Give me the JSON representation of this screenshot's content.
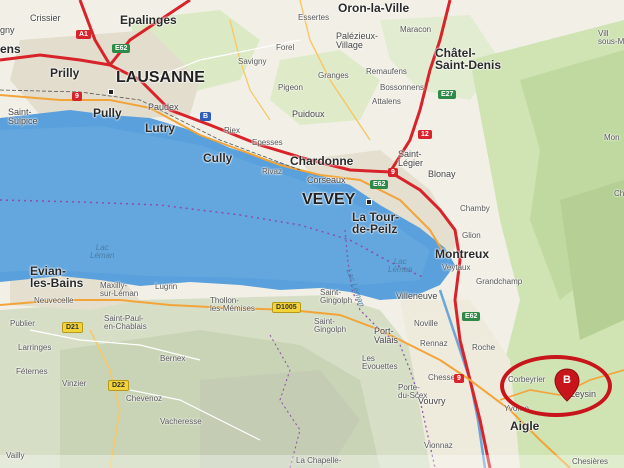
{
  "map": {
    "labels": {
      "lausanne": "LAUSANNE",
      "epalinges": "Epalinges",
      "crissier": "Crissier",
      "prilly": "Prilly",
      "pully": "Pully",
      "paudex": "Paudex",
      "lutry": "Lutry",
      "saint_sulpice": "Saint-\nSulpice",
      "cully": "Cully",
      "riex": "Riex",
      "epesses": "Epesses",
      "rivaz": "Rivaz",
      "chardonne": "Chardonne",
      "corseaux": "Corseaux",
      "vevey": "VEVEY",
      "la_tour": "La Tour-\nde-Peilz",
      "saint_legier": "Saint-\nLégier",
      "blonay": "Blonay",
      "chamby": "Chamby",
      "glion": "Glion",
      "montreux": "Montreux",
      "veytaux": "Veytaux",
      "grandchamp": "Grandchamp",
      "villeneuve": "Villeneuve",
      "noville": "Noville",
      "rennaz": "Rennaz",
      "roche": "Roche",
      "chessel": "Chessel",
      "porte_du_scex": "Porte-\ndu-Scex",
      "vouvry": "Vouvry",
      "port_valais": "Port-\nValais",
      "les_evouettes": "Les\nEvouettes",
      "saint_gingolph_top": "Saint-\nGingolph",
      "saint_gingolph_bottom": "Saint-\nGingolph",
      "thollon": "Thollon-\nles-Mémises",
      "evian": "Evian-\nles-Bains",
      "maxilly": "Maxilly-\nsur-Léman",
      "lugrin": "Lugrin",
      "neuvecelle": "Neuvecelle",
      "saint_paul": "Saint-Paul-\nen-Chablais",
      "publier": "Publier",
      "larringes": "Larringes",
      "feternes": "Féternes",
      "vinzier": "Vinzier",
      "chevenoz": "Chevenoz",
      "bernex": "Bernex",
      "vacheresse": "Vacheresse",
      "la_chapelle": "La Chapelle-",
      "vailly": "Vailly",
      "vionnaz": "Vionnaz",
      "aigle": "Aigle",
      "yvorne": "Yvorne",
      "corbeyrier": "Corbeyrier",
      "leysin": "Leysin",
      "chesieres": "Chesières",
      "oron": "Oron-la-Ville",
      "essertes": "Essertes",
      "maracon": "Maracon",
      "palezieux": "Palézieux-\nVillage",
      "chatel": "Châtel-\nSaint-Denis",
      "remaufens": "Remaufens",
      "bossonnens": "Bossonnens",
      "attalens": "Attalens",
      "granges": "Granges",
      "forel": "Forel",
      "savigny": "Savigny",
      "pigeon": "Pigeon",
      "puidoux": "Puidoux",
      "lac_leman_west": "Lac\nLéman",
      "lac_leman_east": "Lac\nLéman",
      "lac_leman_river": "Lac Léman",
      "villars": "Vill\nsous-M",
      "mon": "Mon",
      "ch": "Ch",
      "ens": "ens",
      "gny": "gny"
    },
    "roads": {
      "a1": "A1",
      "e62_top": "E62",
      "a9_lausanne": "9",
      "e27": "E27",
      "a12": "12",
      "e62_vevey": "E62",
      "a9_vevey": "9",
      "d1005": "D1005",
      "d21": "D21",
      "d22": "D22",
      "e62_aigle": "E62",
      "a9_aigle": "9",
      "blue_pully": "B"
    },
    "marker": {
      "label": "B",
      "color": "#c8151b"
    },
    "colors": {
      "lake": "#5aa0dc",
      "land": "#f2f0e6",
      "forest": "#cfe3b3",
      "mountain": "#c9c6b8",
      "urban": "#d9d4c3",
      "motorway": "#d8232a",
      "road": "#f2a43a"
    }
  }
}
